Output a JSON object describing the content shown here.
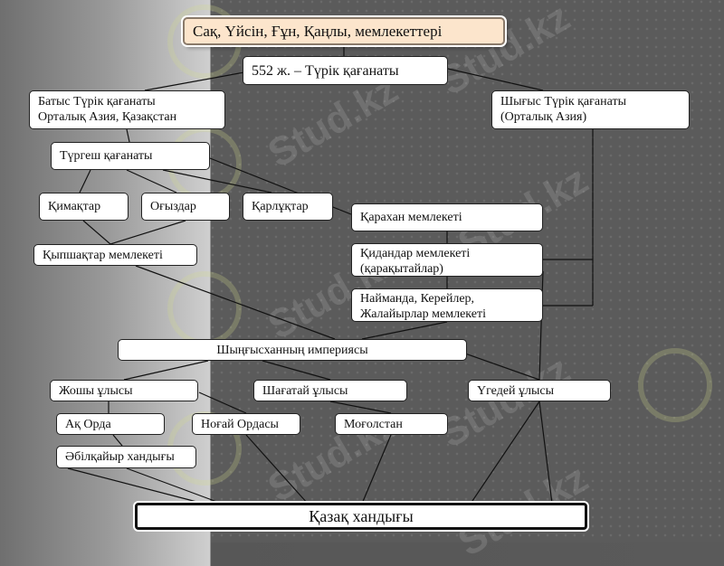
{
  "title": "Сақ, Үйсін, Ғұн, Қаңлы, мемлекеттері",
  "nodes": {
    "turk": "552 ж. – Түрік қағанаты",
    "west_l1": "Батыс Түрік қағанаты",
    "west_l2": "Орталық Азия, Қазақстан",
    "east_l1": "Шығыс Түрік қағанаты",
    "east_l2": "(Орталық Азия)",
    "turgesh": "Түргеш қағанаты",
    "kimak": "Қимақтар",
    "oguz": "Оғыздар",
    "karluk": "Қарлұқтар",
    "karakhan": "Қарахан мемлекеті",
    "kidan_l1": "Қидандар мемлекеті",
    "kidan_l2": "(қарақытайлар)",
    "kipchak": "Қыпшақтар мемлекеті",
    "naiman_l1": "Найманда, Керейлер,",
    "naiman_l2": "Жалайырлар мемлекеті",
    "chinggis": "Шыңғысханның империясы",
    "jochi": "Жошы ұлысы",
    "chagatai": "Шағатай ұлысы",
    "ogedei": "Үгедей ұлысы",
    "akorda": "Ақ Орда",
    "nogai": "Ноғай Ордасы",
    "mogol": "Моғолстан",
    "abulkhair": "Әбілқайыр хандығы",
    "kazakh": "Қазақ хандығы"
  },
  "watermark": "Stud.kz",
  "colors": {
    "title_bg": "#fce5cc",
    "box_bg": "#ffffff",
    "line": "#111111"
  }
}
